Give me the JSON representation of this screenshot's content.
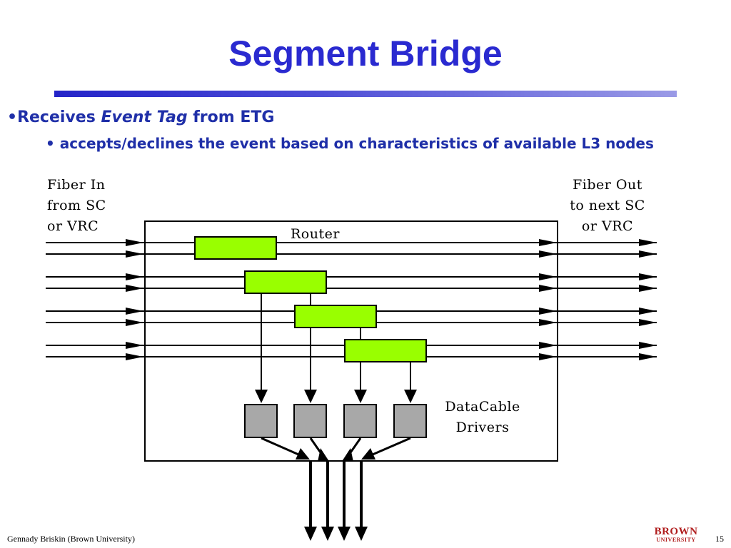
{
  "slide": {
    "title": "Segment Bridge",
    "bullet1": {
      "marker": "•",
      "pre": "Receives ",
      "em": "Event Tag",
      "post": " from ETG"
    },
    "bullet2": "• accepts/declines the event based on characteristics of available L3 nodes"
  },
  "diagram": {
    "fiber_in": [
      "Fiber In",
      "from SC",
      "or VRC"
    ],
    "fiber_out": [
      "Fiber Out",
      "to next SC",
      "or VRC"
    ],
    "router_label": "Router",
    "datacable": [
      "DataCable",
      "Drivers"
    ],
    "colors": {
      "router_block": "#99ff00",
      "driver_block": "#a8a8a8",
      "line": "#000000"
    }
  },
  "footer": {
    "author": "Gennady Briskin (Brown University)",
    "page": "15",
    "logo_line1": "BROWN",
    "logo_line2": "UNIVERSITY"
  }
}
